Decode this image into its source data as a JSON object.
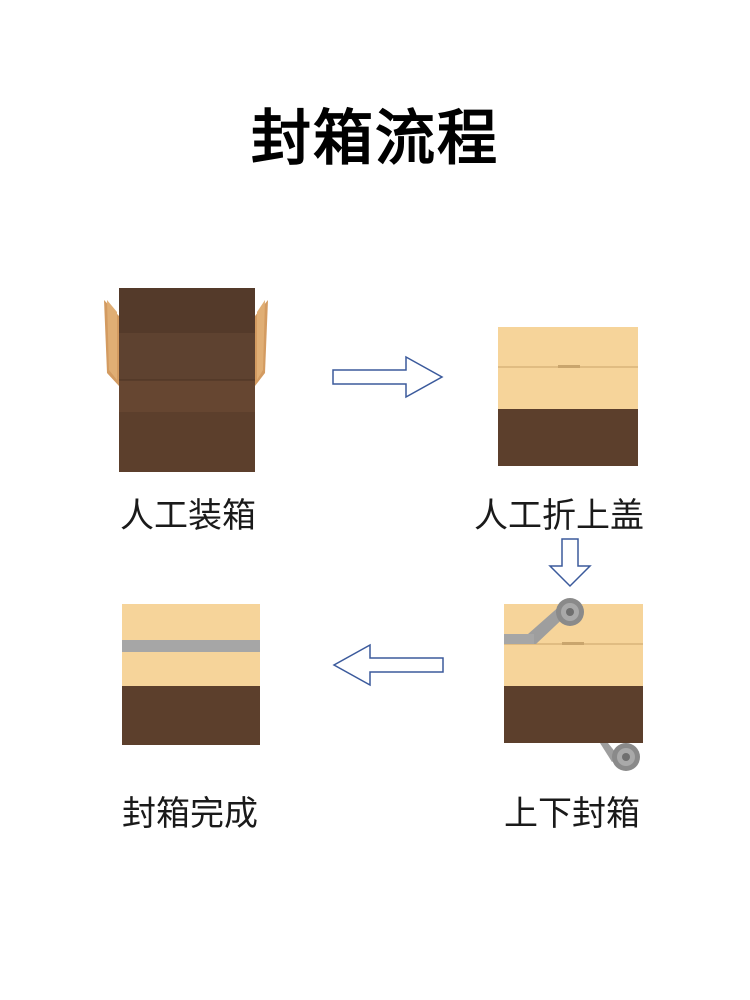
{
  "title": "封箱流程",
  "steps": [
    {
      "label": "人工装箱"
    },
    {
      "label": "人工折上盖"
    },
    {
      "label": "上下封箱"
    },
    {
      "label": "封箱完成"
    }
  ],
  "colors": {
    "carton_light": "#f6d49a",
    "carton_dark": "#5c3f2c",
    "tape": "#a6a6a6",
    "arrow_stroke": "#3b5a9c"
  }
}
